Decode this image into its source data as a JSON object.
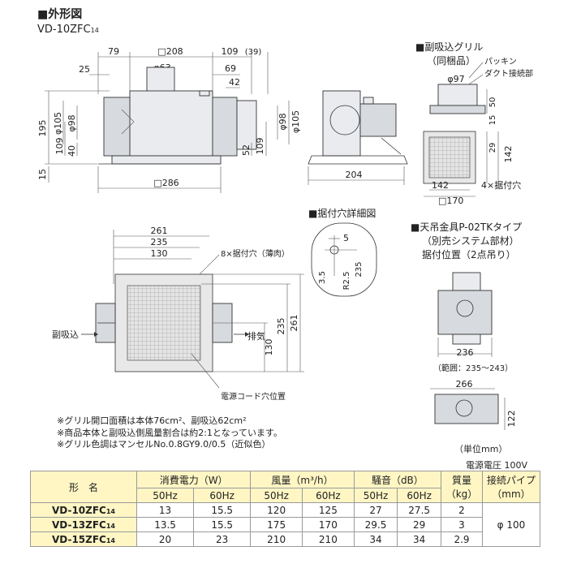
{
  "header": {
    "section": "■外形図",
    "model": "VD-10ZFC",
    "model_sub": "14"
  },
  "main_dims": {
    "top": [
      "79",
      "□208",
      "109",
      "(39)",
      "25",
      "φ63",
      "69",
      "42"
    ],
    "left": [
      "195",
      "φ105",
      "φ98",
      "109",
      "40",
      "15"
    ],
    "right": [
      "52",
      "109",
      "φ98",
      "φ105"
    ],
    "bottom": "□286",
    "side": "204"
  },
  "grill_detail": {
    "title": "■副吸込グリル",
    "subtitle": "（同梱品）",
    "labels": [
      "パッキン",
      "ダクト接続部"
    ],
    "dims": [
      "φ97",
      "50",
      "15",
      "29",
      "142",
      "142",
      "□170",
      "4×据付穴"
    ]
  },
  "mount_hole": {
    "title": "■据付穴詳細図",
    "dims": [
      "5",
      "3.5",
      "R2.5",
      "235"
    ]
  },
  "plan": {
    "dims_top": [
      "261",
      "235",
      "130"
    ],
    "dims_right": [
      "130",
      "235",
      "261"
    ],
    "mount_label": "8×据付穴（薄肉）",
    "aux_inlet": "副吸込",
    "exhaust": "排気",
    "cord": "電源コード穴位置"
  },
  "hanger": {
    "title": "■天吊金具P-02TKタイプ",
    "subtitle1": "（別売システム部材）",
    "subtitle2": "据付位置（2点吊り）",
    "dim1": "236",
    "range": "（範囲：235～243）",
    "dim2": "266",
    "dim3": "122"
  },
  "notes": [
    "※グリル開口面積は本体76cm²、副吸込62cm²",
    "※商品本体と副吸込側風量割合は約2:1となっています。",
    "※グリル色調はマンセルNo.0.8GY9.0/0.5（近似色）"
  ],
  "unit": "（単位mm）",
  "voltage": "電源電圧 100V",
  "spec_table": {
    "headers": {
      "model": "形　名",
      "power": "消費電力（W）",
      "flow": "風量（m³/h）",
      "noise": "騒音（dB）",
      "mass": "質量（kg）",
      "pipe": "接続パイプ（mm）",
      "hz50": "50Hz",
      "hz60": "60Hz"
    },
    "rows": [
      {
        "model": "VD-10ZFC",
        "sub": "14",
        "p50": "13",
        "p60": "15.5",
        "f50": "120",
        "f60": "125",
        "n50": "27",
        "n60": "27.5",
        "mass": "2"
      },
      {
        "model": "VD-13ZFC",
        "sub": "14",
        "p50": "13.5",
        "p60": "15.5",
        "f50": "175",
        "f60": "170",
        "n50": "29.5",
        "n60": "29",
        "mass": "3"
      },
      {
        "model": "VD-15ZFC",
        "sub": "14",
        "p50": "20",
        "p60": "23",
        "f50": "210",
        "f60": "210",
        "n50": "34",
        "n60": "34",
        "mass": "2.9"
      }
    ],
    "pipe": "φ 100"
  }
}
